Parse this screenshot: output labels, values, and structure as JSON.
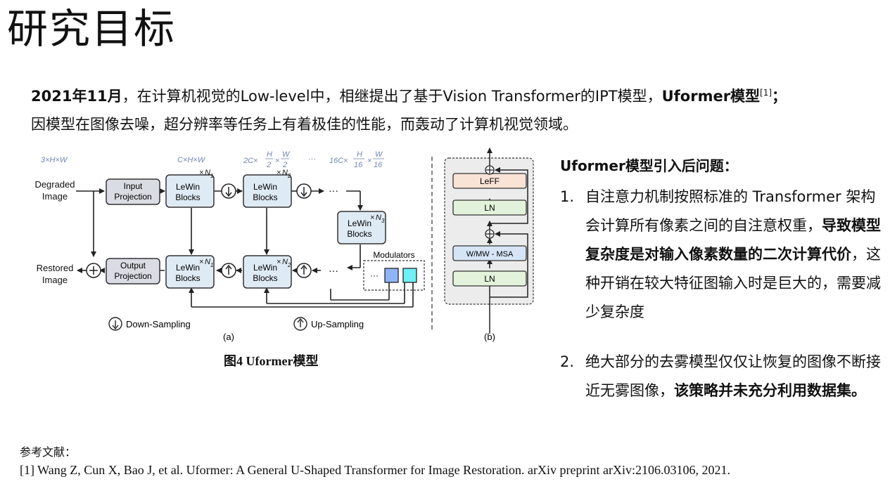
{
  "slide": {
    "title": "研究目标"
  },
  "intro": {
    "date": "2021年11月",
    "text1": "，在计算机视觉的Low-level中，相继提出了基于Vision Transformer的IPT模型，",
    "model": "Uformer模型",
    "cite": "[1]",
    "semi": "；",
    "line2": "因模型在图像去噪，超分辨率等任务上有着极佳的性能，而轰动了计算机视觉领域。"
  },
  "figure": {
    "caption": "图4 Uformer模型",
    "dims": {
      "d0": "3×H×W",
      "d1": "C×H×W",
      "d2_pre": "2C×",
      "d3_pre": "16C×",
      "ellipsis": "···",
      "H": "H",
      "W": "W",
      "two": "2",
      "sixteen": "16"
    },
    "labels": {
      "degraded_1": "Degraded",
      "degraded_2": "Image",
      "restored_1": "Restored",
      "restored_2": "Image",
      "input_proj_1": "Input",
      "input_proj_2": "Projection",
      "output_proj_1": "Output",
      "output_proj_2": "Projection",
      "lewin": "LeWin",
      "blocks": "Blocks",
      "times": "×",
      "N": "N",
      "n1": "1",
      "n2": "2",
      "n3": "3",
      "modulators": "Modulators",
      "down_sampling": "Down-Sampling",
      "up_sampling": "Up-Sampling",
      "panel_a": "(a)",
      "panel_b": "(b)",
      "dots": "···",
      "leff": "LeFF",
      "ln": "LN",
      "wmsa": "W/MW - MSA"
    },
    "colors": {
      "proj_fill": "#d9dce3",
      "block_fill": "#deeaf4",
      "leff_fill": "#f9e3d6",
      "ln_fill": "#e3f2da",
      "msa_fill": "#d6e5f6",
      "mod_blue": "#8fb4f7",
      "mod_cyan": "#6ff0f4"
    }
  },
  "problems": {
    "heading": "Uformer模型引入后问题：",
    "item1": {
      "num": "1.",
      "text1": "自注意力机制按照标准的 Transformer 架构会计算所有像素之间的自注意权重，",
      "bold": "导致模型复杂度是对输入像素数量的二次计算代价",
      "text2": "，这种开销在较大特征图输入时是巨大的，需要减少复杂度"
    },
    "item2": {
      "num": "2.",
      "text1": "绝大部分的去雾模型仅仅让恢复的图像不断接近无雾图像，",
      "bold": "该策略并未充分利用数据集。"
    }
  },
  "references": {
    "heading": "参考文献：",
    "entry": "[1] Wang Z, Cun X, Bao J, et al. Uformer: A General U-Shaped Transformer for Image Restoration. arXiv preprint arXiv:2106.03106, 2021."
  }
}
